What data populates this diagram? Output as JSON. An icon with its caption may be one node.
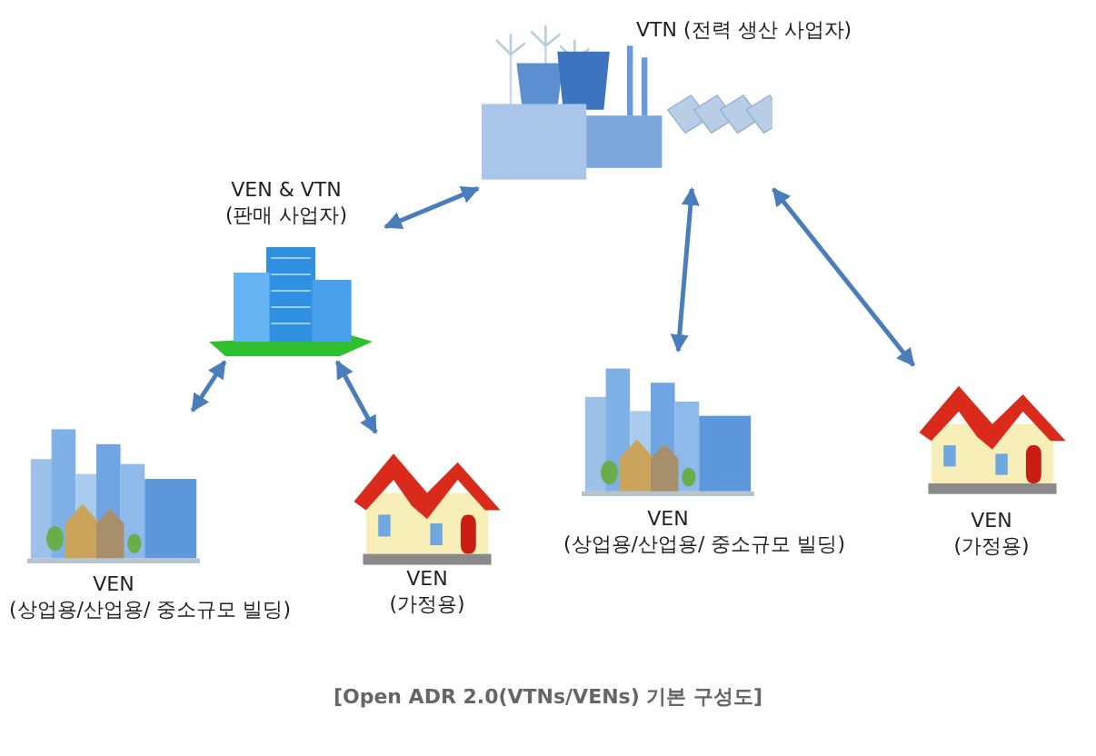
{
  "diagram": {
    "caption": "[Open ADR 2.0(VTNs/VENs) 기본 구성도]",
    "nodes": [
      {
        "text": [
          "VTN (전력 생산 사업자)"
        ]
      },
      {
        "text": [
          "VEN & VTN",
          "(판매 사업자)"
        ]
      },
      {
        "text": [
          "VEN",
          "(상업용/산업용/ 중소규모 빌딩)"
        ]
      },
      {
        "text": [
          "VEN",
          "(가정용)"
        ]
      },
      {
        "text": [
          "VEN",
          "(상업용/산업용/ 중소규모 빌딩)"
        ]
      },
      {
        "text": [
          "VEN",
          "(가정용)"
        ]
      }
    ],
    "edges": [
      {
        "from": 1,
        "to": 0,
        "arrow": "both"
      },
      {
        "from": 1,
        "to": 2,
        "arrow": "both"
      },
      {
        "from": 1,
        "to": 3,
        "arrow": "both"
      },
      {
        "from": 0,
        "to": 4,
        "arrow": "both"
      },
      {
        "from": 0,
        "to": 5,
        "arrow": "both"
      }
    ]
  }
}
